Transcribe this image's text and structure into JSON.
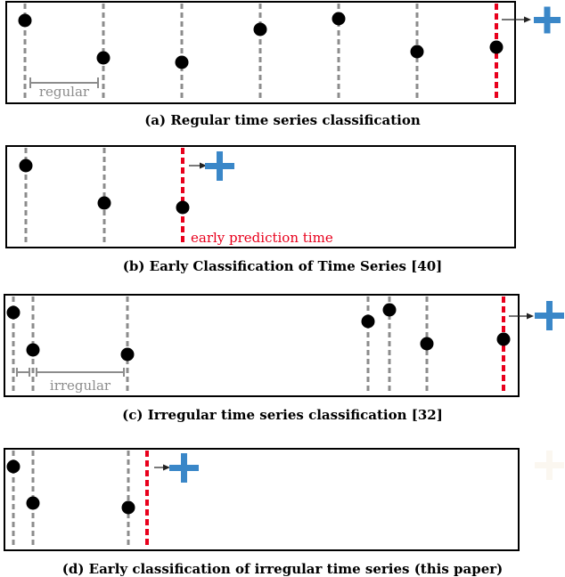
{
  "colors": {
    "frame": "#000000",
    "observation_line": "#8c8c8c",
    "prediction_line": "#e8001c",
    "point": "#000000",
    "plus": "#3a87c8",
    "faded_plus": "#fbf7f0",
    "annotation": "#8c8c8c",
    "early_label": "#e8001c"
  },
  "icons": {
    "point": "filled-circle",
    "prediction": "plus-icon",
    "arrow": "arrow-right-icon"
  },
  "panels": [
    {
      "caption": "(a)  Regular time series classification",
      "annotation": "regular",
      "prediction_label": "",
      "points": [
        {
          "t": 1,
          "v": 0.82
        },
        {
          "t": 2,
          "v": 0.43
        },
        {
          "t": 3,
          "v": 0.39
        },
        {
          "t": 4,
          "v": 0.71
        },
        {
          "t": 5,
          "v": 0.84
        },
        {
          "t": 6,
          "v": 0.5
        },
        {
          "t": 7,
          "v": 0.54
        }
      ],
      "prediction_point": 7,
      "outcome": "+"
    },
    {
      "caption": "(b)  Early Classification of Time Series [40]",
      "annotation": "",
      "prediction_label": "early prediction time",
      "points": [
        {
          "t": 1,
          "v": 0.82
        },
        {
          "t": 2,
          "v": 0.43
        },
        {
          "t": 3,
          "v": 0.39
        }
      ],
      "prediction_point": 3,
      "outcome": "+"
    },
    {
      "caption": "(c)  Irregular time series classification [32]",
      "annotation": "irregular",
      "prediction_label": "",
      "points": [
        {
          "t": 1,
          "v": 0.82
        },
        {
          "t": 2,
          "v": 0.43
        },
        {
          "t": 3,
          "v": 0.39
        },
        {
          "t": 4,
          "v": 0.71
        },
        {
          "t": 5,
          "v": 0.84
        },
        {
          "t": 6,
          "v": 0.5
        },
        {
          "t": 7,
          "v": 0.54
        }
      ],
      "prediction_point": 7,
      "outcome": "+"
    },
    {
      "caption": "(d)  Early classification of irregular time series (this paper)",
      "annotation": "",
      "prediction_label": "",
      "points": [
        {
          "t": 1,
          "v": 0.82
        },
        {
          "t": 2,
          "v": 0.43
        },
        {
          "t": 3,
          "v": 0.39
        }
      ],
      "prediction_point": 3,
      "outcome": "+"
    }
  ]
}
